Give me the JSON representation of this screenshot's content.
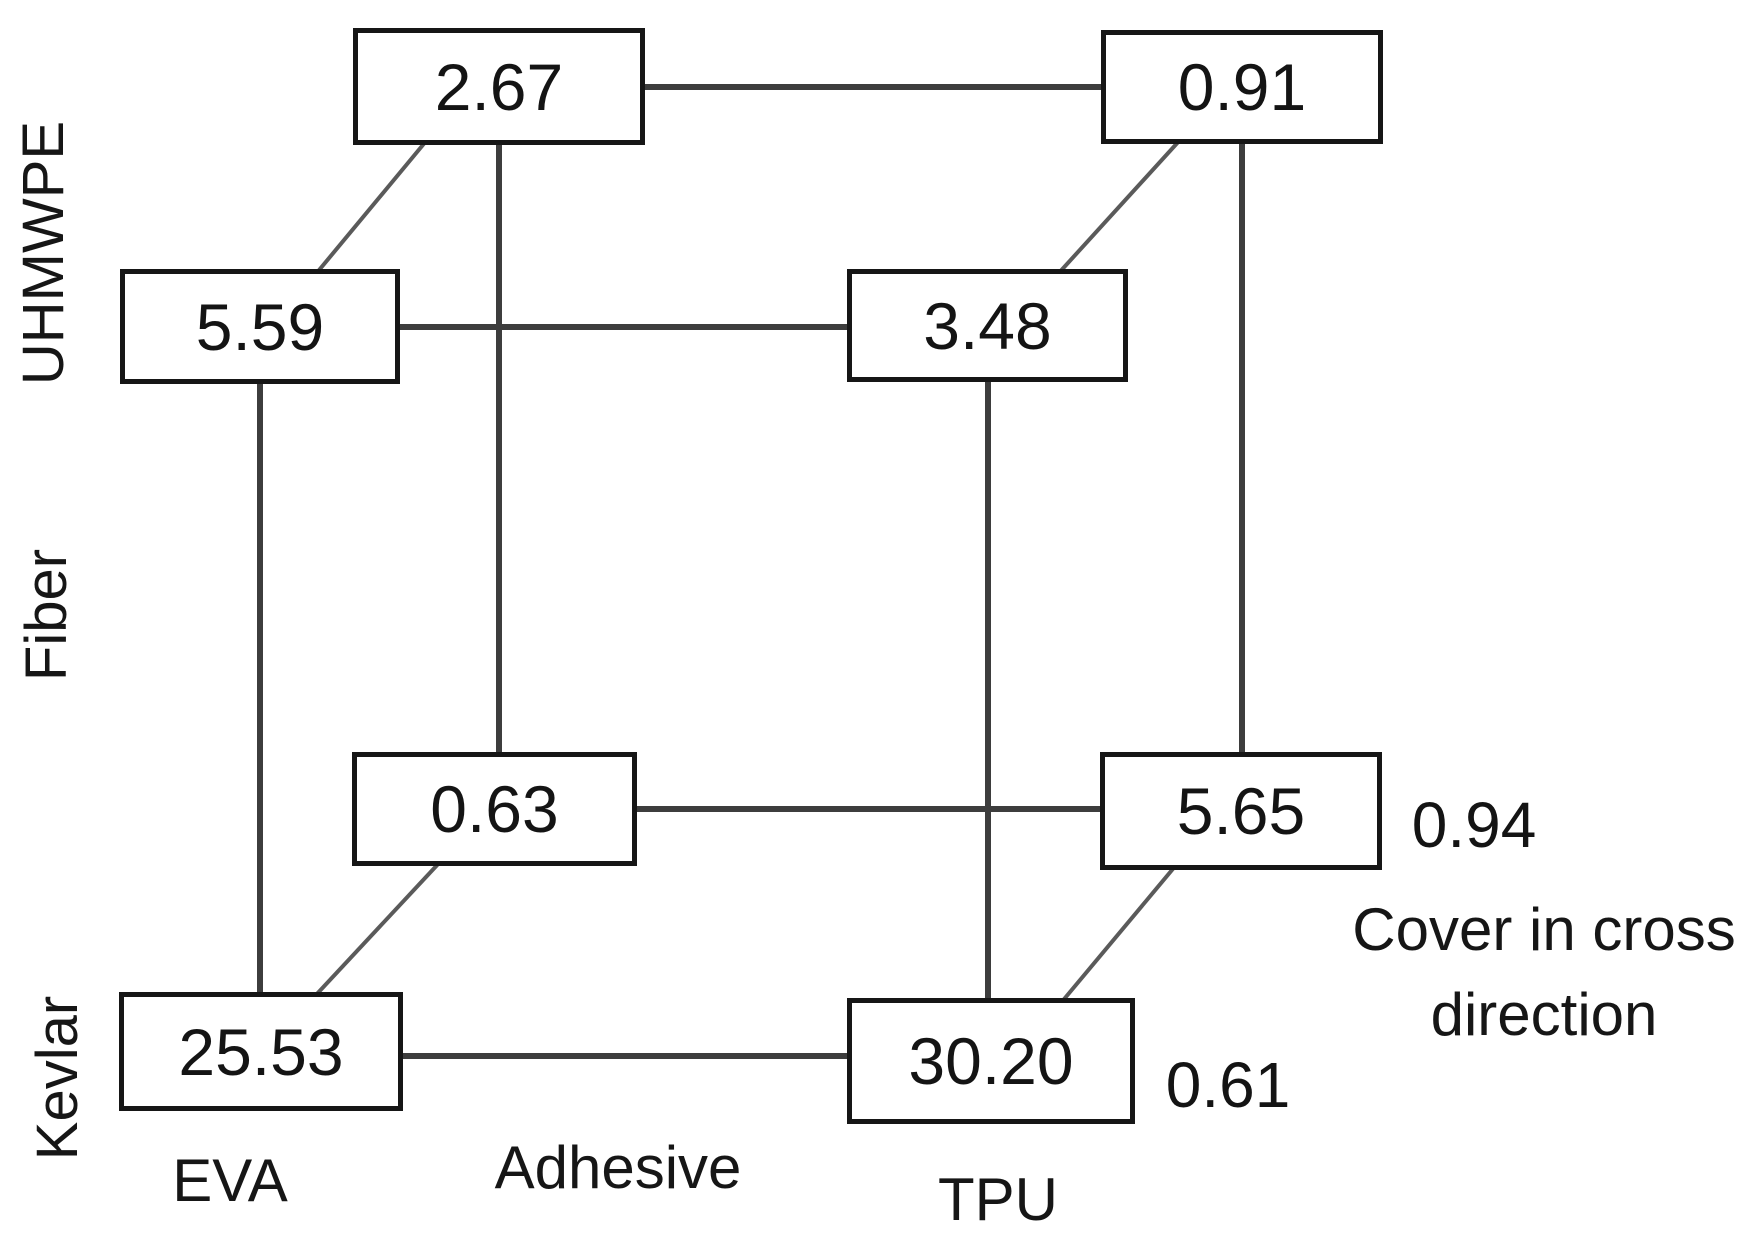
{
  "figure": {
    "description": "Cube plot of mean values for three two-level factors",
    "colors": {
      "background": "#ffffff",
      "box_border": "#161616",
      "edge_line": "#3d3d3d",
      "diagonal_line": "#5a5a5a",
      "text": "#141414"
    }
  },
  "labels": {
    "y_axis": "Fiber",
    "y_high": "UHMWPE",
    "y_low": "Kevlar",
    "x_axis": "Adhesive",
    "x_low": "EVA",
    "x_high": "TPU",
    "z_axis": "Cover in cross direction",
    "z_high": "0.94",
    "z_low": "0.61"
  },
  "corners": {
    "back_top_left": "2.67",
    "back_top_right": "0.91",
    "front_top_left": "5.59",
    "front_top_right": "3.48",
    "back_bottom_left": "0.63",
    "back_bottom_right": "5.65",
    "front_bottom_left": "25.53",
    "front_bottom_right": "30.20"
  },
  "chart_data": {
    "type": "cube-plot",
    "title": "",
    "factors": {
      "Fiber": [
        "Kevlar",
        "UHMWPE"
      ],
      "Adhesive": [
        "EVA",
        "TPU"
      ],
      "Cover in cross direction": [
        0.61,
        0.94
      ]
    },
    "points": [
      {
        "Fiber": "UHMWPE",
        "Adhesive": "EVA",
        "Cover in cross direction": 0.61,
        "value": 5.59
      },
      {
        "Fiber": "UHMWPE",
        "Adhesive": "TPU",
        "Cover in cross direction": 0.61,
        "value": 3.48
      },
      {
        "Fiber": "Kevlar",
        "Adhesive": "EVA",
        "Cover in cross direction": 0.61,
        "value": 25.53
      },
      {
        "Fiber": "Kevlar",
        "Adhesive": "TPU",
        "Cover in cross direction": 0.61,
        "value": 30.2
      },
      {
        "Fiber": "UHMWPE",
        "Adhesive": "EVA",
        "Cover in cross direction": 0.94,
        "value": 2.67
      },
      {
        "Fiber": "UHMWPE",
        "Adhesive": "TPU",
        "Cover in cross direction": 0.94,
        "value": 0.91
      },
      {
        "Fiber": "Kevlar",
        "Adhesive": "EVA",
        "Cover in cross direction": 0.94,
        "value": 0.63
      },
      {
        "Fiber": "Kevlar",
        "Adhesive": "TPU",
        "Cover in cross direction": 0.94,
        "value": 5.65
      }
    ],
    "legend_position": "none",
    "grid": false
  }
}
